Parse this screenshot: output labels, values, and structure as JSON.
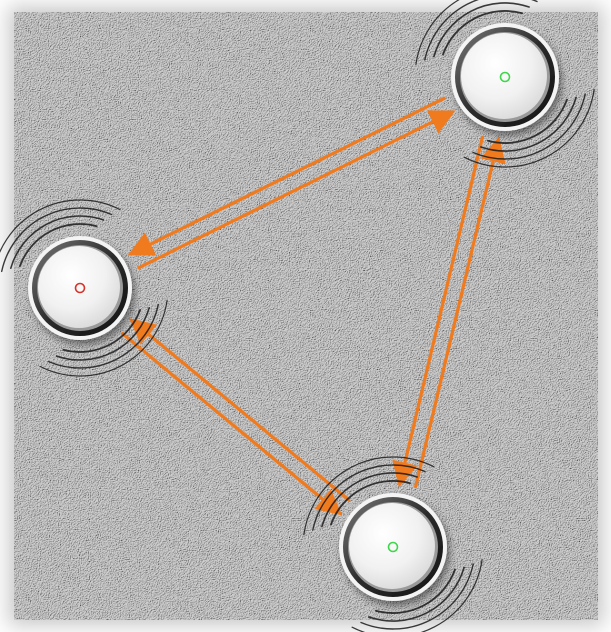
{
  "wall": {
    "color": "#c9c9c9",
    "texture": "stucco"
  },
  "arrow_color": "#f07a1e",
  "nodes": [
    {
      "id": "left",
      "status": "red",
      "led_color": "#d8322a"
    },
    {
      "id": "top-right",
      "status": "green",
      "led_color": "#3fd64b"
    },
    {
      "id": "bottom",
      "status": "green",
      "led_color": "#3fd64b"
    }
  ],
  "links": [
    {
      "from": "left",
      "to": "top-right",
      "bidirectional": true
    },
    {
      "from": "top-right",
      "to": "bottom",
      "bidirectional": true
    },
    {
      "from": "bottom",
      "to": "left",
      "bidirectional": true
    }
  ],
  "icons": [
    "signal-waves-icon",
    "led-indicator-icon"
  ]
}
